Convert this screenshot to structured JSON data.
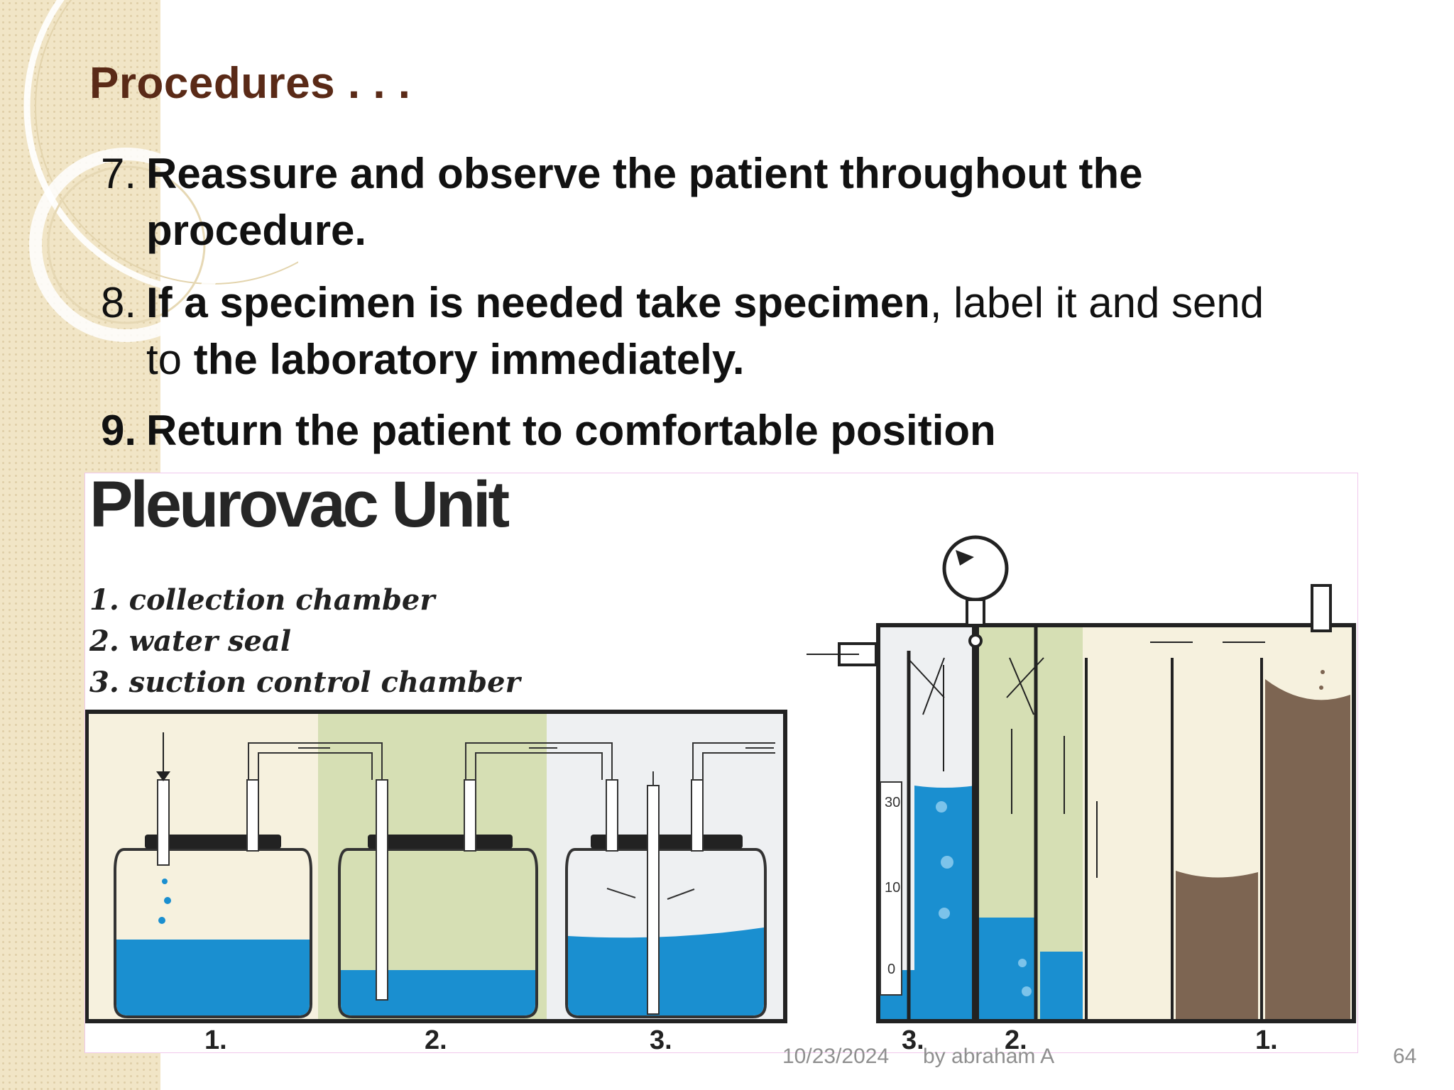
{
  "slide": {
    "title": "Procedures  . . .",
    "items": [
      {
        "number": "7.",
        "line1": "Reassure and observe the patient throughout the",
        "line2": "procedure."
      },
      {
        "number": "8.",
        "line1_bold": "If a specimen is needed take specimen",
        "line1_normal": ", label it and send",
        "line2_normal": "to ",
        "line2_bold": "the laboratory immediately."
      },
      {
        "number": "9.",
        "line1": "Return the patient to comfortable position"
      }
    ]
  },
  "figure": {
    "title": "Pleurovac Unit",
    "legend": [
      "1. collection chamber",
      "2. water seal",
      "3. suction control chamber"
    ],
    "left_labels": [
      "1.",
      "2.",
      "3."
    ],
    "right_labels": [
      "3.",
      "2.",
      "1."
    ],
    "scale_labels": [
      "30",
      "10",
      "0"
    ]
  },
  "footer": {
    "date": "10/23/2024",
    "author": "by abraham A",
    "page": "64"
  },
  "colors": {
    "title": "#5a2a17",
    "water": "#1a8fd0",
    "tint_green": "#d6dfb4",
    "tint_cream": "#f6f1de",
    "drainage": "#7d6552"
  }
}
